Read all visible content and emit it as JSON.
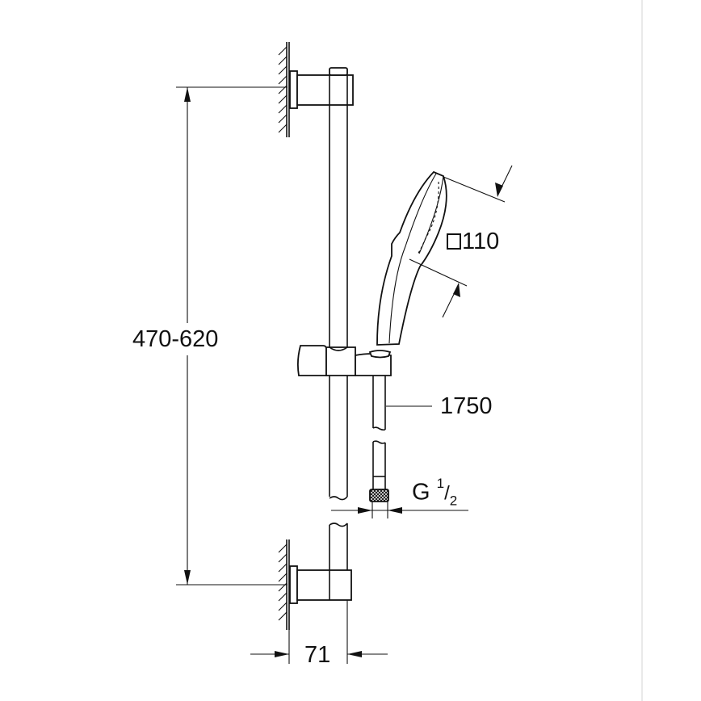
{
  "drawing": {
    "height_range_label": "470-620",
    "spray_size_symbol": "square",
    "spray_size_value": "110",
    "hose_length_label": "1750",
    "thread_label_prefix": "G",
    "thread_fraction_numerator": "1",
    "thread_fraction_denominator": "2",
    "wall_projection_label": "71"
  }
}
